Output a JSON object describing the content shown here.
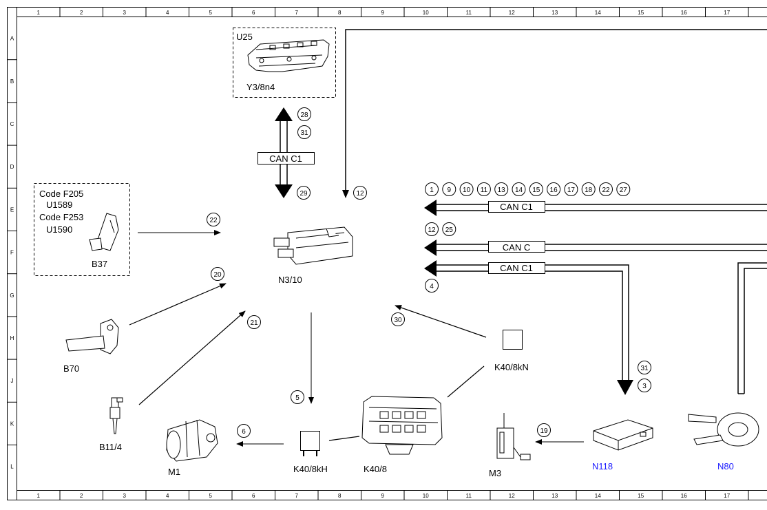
{
  "grid": {
    "columns": [
      "1",
      "2",
      "3",
      "4",
      "5",
      "6",
      "7",
      "8",
      "9",
      "10",
      "11",
      "12",
      "13",
      "14",
      "15",
      "16",
      "17"
    ],
    "rows": [
      "A",
      "B",
      "C",
      "D",
      "E",
      "F",
      "G",
      "H",
      "J",
      "K",
      "L"
    ]
  },
  "components": {
    "u25": "U25",
    "y3_8n4": "Y3/8n4",
    "code_f205": "Code F205",
    "u1589": "U1589",
    "code_f253": "Code F253",
    "u1590": "U1590",
    "b37": "B37",
    "n3_10": "N3/10",
    "b70": "B70",
    "b11_4": "B11/4",
    "m1": "M1",
    "k40_8kh": "K40/8kH",
    "k40_8": "K40/8",
    "k40_8kn": "K40/8kN",
    "m3": "M3",
    "n118": "N118",
    "n80": "N80"
  },
  "bus": {
    "can_c1_vertical": "CAN C1",
    "can_c1_top": "CAN C1",
    "can_c": "CAN C",
    "can_c1_lower": "CAN C1"
  },
  "signals": {
    "s28": "28",
    "s31_top": "31",
    "s29": "29",
    "s12_top": "12",
    "s22_left": "22",
    "s20": "20",
    "s21": "21",
    "s30": "30",
    "s5": "5",
    "s6": "6",
    "s19": "19",
    "s31_right": "31",
    "s3": "3",
    "row1": [
      "1",
      "9",
      "10",
      "11",
      "13",
      "14",
      "15",
      "16",
      "17",
      "18",
      "22",
      "27"
    ],
    "row2": [
      "12",
      "25"
    ],
    "s4": "4"
  },
  "colors": {
    "line": "#000000",
    "blue_label": "#1a1aff"
  }
}
